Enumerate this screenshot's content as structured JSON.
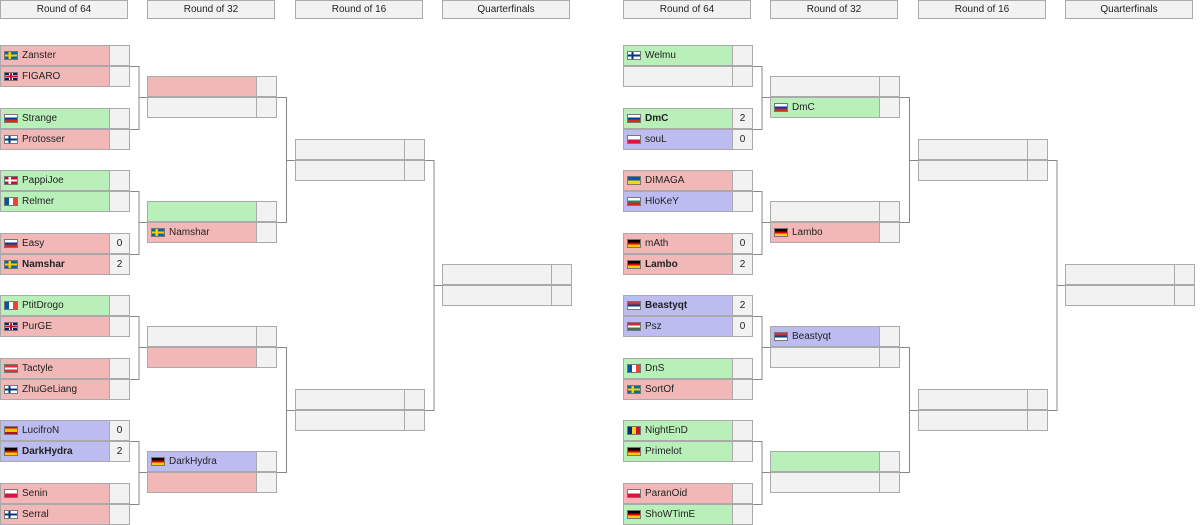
{
  "brackets": [
    {
      "headers": [
        "Round of 64",
        "Round of 32",
        "Round of 16",
        "Quarterfinals"
      ],
      "rounds": [
        [
          {
            "name": "Zanster",
            "flag": "sweden",
            "score": "",
            "state": "lose",
            "bold": false
          },
          {
            "name": "FIGARO",
            "flag": "uk",
            "score": "",
            "state": "lose",
            "bold": false
          },
          {
            "name": "Strange",
            "flag": "russia",
            "score": "",
            "state": "win",
            "bold": false
          },
          {
            "name": "Protosser",
            "flag": "finland",
            "score": "",
            "state": "lose",
            "bold": false
          },
          {
            "name": "PappiJoe",
            "flag": "denmark",
            "score": "",
            "state": "win",
            "bold": false
          },
          {
            "name": "Relmer",
            "flag": "france",
            "score": "",
            "state": "win",
            "bold": false
          },
          {
            "name": "Easy",
            "flag": "russia",
            "score": "0",
            "state": "lose",
            "bold": false
          },
          {
            "name": "Namshar",
            "flag": "sweden",
            "score": "2",
            "state": "lose",
            "bold": true
          },
          {
            "name": "PtitDrogo",
            "flag": "france",
            "score": "",
            "state": "win",
            "bold": false
          },
          {
            "name": "PurGE",
            "flag": "uk",
            "score": "",
            "state": "lose",
            "bold": false
          },
          {
            "name": "Tactyle",
            "flag": "austria",
            "score": "",
            "state": "lose",
            "bold": false
          },
          {
            "name": "ZhuGeLiang",
            "flag": "finland",
            "score": "",
            "state": "lose",
            "bold": false
          },
          {
            "name": "LucifroN",
            "flag": "spain",
            "score": "0",
            "state": "blue",
            "bold": false
          },
          {
            "name": "DarkHydra",
            "flag": "germany",
            "score": "2",
            "state": "blue",
            "bold": true
          },
          {
            "name": "Senin",
            "flag": "poland",
            "score": "",
            "state": "lose",
            "bold": false
          },
          {
            "name": "Serral",
            "flag": "finland",
            "score": "",
            "state": "lose",
            "bold": false
          }
        ],
        [
          {
            "name": "",
            "flag": "",
            "score": "",
            "state": "lose",
            "bold": false
          },
          {
            "name": "",
            "flag": "",
            "score": "",
            "state": "empty",
            "bold": false
          },
          {
            "name": "",
            "flag": "",
            "score": "",
            "state": "win",
            "bold": false
          },
          {
            "name": "Namshar",
            "flag": "sweden",
            "score": "",
            "state": "lose",
            "bold": false
          },
          {
            "name": "",
            "flag": "",
            "score": "",
            "state": "empty",
            "bold": false
          },
          {
            "name": "",
            "flag": "",
            "score": "",
            "state": "lose",
            "bold": false
          },
          {
            "name": "DarkHydra",
            "flag": "germany",
            "score": "",
            "state": "blue",
            "bold": false
          },
          {
            "name": "",
            "flag": "",
            "score": "",
            "state": "lose",
            "bold": false
          }
        ],
        [
          {
            "name": "",
            "flag": "",
            "score": "",
            "state": "empty",
            "bold": false
          },
          {
            "name": "",
            "flag": "",
            "score": "",
            "state": "empty",
            "bold": false
          },
          {
            "name": "",
            "flag": "",
            "score": "",
            "state": "empty",
            "bold": false
          },
          {
            "name": "",
            "flag": "",
            "score": "",
            "state": "empty",
            "bold": false
          }
        ],
        [
          {
            "name": "",
            "flag": "",
            "score": "",
            "state": "empty",
            "bold": false
          },
          {
            "name": "",
            "flag": "",
            "score": "",
            "state": "empty",
            "bold": false
          }
        ]
      ]
    },
    {
      "headers": [
        "Round of 64",
        "Round of 32",
        "Round of 16",
        "Quarterfinals"
      ],
      "rounds": [
        [
          {
            "name": "Welmu",
            "flag": "finland",
            "score": "",
            "state": "win",
            "bold": false
          },
          {
            "name": "",
            "flag": "",
            "score": "",
            "state": "empty",
            "bold": false
          },
          {
            "name": "DmC",
            "flag": "russia",
            "score": "2",
            "state": "win",
            "bold": true
          },
          {
            "name": "souL",
            "flag": "poland",
            "score": "0",
            "state": "blue",
            "bold": false
          },
          {
            "name": "DIMAGA",
            "flag": "ukraine",
            "score": "",
            "state": "lose",
            "bold": false
          },
          {
            "name": "HloKeY",
            "flag": "bulgaria",
            "score": "",
            "state": "blue",
            "bold": false
          },
          {
            "name": "mAth",
            "flag": "germany",
            "score": "0",
            "state": "lose",
            "bold": false
          },
          {
            "name": "Lambo",
            "flag": "germany",
            "score": "2",
            "state": "lose",
            "bold": true
          },
          {
            "name": "Beastyqt",
            "flag": "serbia",
            "score": "2",
            "state": "blue",
            "bold": true
          },
          {
            "name": "Psz",
            "flag": "hungary",
            "score": "0",
            "state": "blue",
            "bold": false
          },
          {
            "name": "DnS",
            "flag": "france",
            "score": "",
            "state": "win",
            "bold": false
          },
          {
            "name": "SortOf",
            "flag": "sweden",
            "score": "",
            "state": "lose",
            "bold": false
          },
          {
            "name": "NightEnD",
            "flag": "romania",
            "score": "",
            "state": "win",
            "bold": false
          },
          {
            "name": "Primelot",
            "flag": "germany",
            "score": "",
            "state": "win",
            "bold": false
          },
          {
            "name": "ParanOid",
            "flag": "poland",
            "score": "",
            "state": "lose",
            "bold": false
          },
          {
            "name": "ShoWTimE",
            "flag": "germany",
            "score": "",
            "state": "win",
            "bold": false
          }
        ],
        [
          {
            "name": "",
            "flag": "",
            "score": "",
            "state": "empty",
            "bold": false
          },
          {
            "name": "DmC",
            "flag": "russia",
            "score": "",
            "state": "win",
            "bold": false
          },
          {
            "name": "",
            "flag": "",
            "score": "",
            "state": "empty",
            "bold": false
          },
          {
            "name": "Lambo",
            "flag": "germany",
            "score": "",
            "state": "lose",
            "bold": false
          },
          {
            "name": "Beastyqt",
            "flag": "serbia",
            "score": "",
            "state": "blue",
            "bold": false
          },
          {
            "name": "",
            "flag": "",
            "score": "",
            "state": "empty",
            "bold": false
          },
          {
            "name": "",
            "flag": "",
            "score": "",
            "state": "win",
            "bold": false
          },
          {
            "name": "",
            "flag": "",
            "score": "",
            "state": "empty",
            "bold": false
          }
        ],
        [
          {
            "name": "",
            "flag": "",
            "score": "",
            "state": "empty",
            "bold": false
          },
          {
            "name": "",
            "flag": "",
            "score": "",
            "state": "empty",
            "bold": false
          },
          {
            "name": "",
            "flag": "",
            "score": "",
            "state": "empty",
            "bold": false
          },
          {
            "name": "",
            "flag": "",
            "score": "",
            "state": "empty",
            "bold": false
          }
        ],
        [
          {
            "name": "",
            "flag": "",
            "score": "",
            "state": "empty",
            "bold": false
          },
          {
            "name": "",
            "flag": "",
            "score": "",
            "state": "empty",
            "bold": false
          }
        ]
      ]
    }
  ],
  "flag_styles": {
    "sweden": "background: linear-gradient(to bottom, transparent 38%, #fecc00 38%, #fecc00 62%, transparent 62%), linear-gradient(to right, #006aa7 30%, #fecc00 30%, #fecc00 48%, #006aa7 48%)",
    "finland": "background: linear-gradient(to bottom, transparent 36%, #003580 36%, #003580 64%, transparent 64%), linear-gradient(to right, #ffffff 28%, #003580 28%, #003580 46%, #ffffff 46%)",
    "denmark": "background: linear-gradient(to bottom, transparent 38%, #ffffff 38%, #ffffff 62%, transparent 62%), linear-gradient(to right, #c60c30 30%, #ffffff 30%, #ffffff 48%, #c60c30 48%)",
    "russia": "background: linear-gradient(to bottom, #ffffff 33%, #0039a6 33%, #0039a6 66%, #d52b1e 66%)",
    "serbia": "background: linear-gradient(to bottom, #c6363c 33%, #0c4076 33%, #0c4076 66%, #ffffff 66%)",
    "france": "background: linear-gradient(to right, #0055a4 33%, #ffffff 33%, #ffffff 66%, #ef4135 66%)",
    "romania": "background: linear-gradient(to right, #002b7f 33%, #fcd116 33%, #fcd116 66%, #ce1126 66%)",
    "germany": "background: linear-gradient(to bottom, #000000 33%, #dd0000 33%, #dd0000 66%, #ffce00 66%)",
    "austria": "background: linear-gradient(to bottom, #ed2939 33%, #ffffff 33%, #ffffff 66%, #ed2939 66%)",
    "hungary": "background: linear-gradient(to bottom, #ce2939 33%, #ffffff 33%, #ffffff 66%, #477050 66%)",
    "bulgaria": "background: linear-gradient(to bottom, #ffffff 33%, #00966e 33%, #00966e 66%, #d62612 66%)",
    "spain": "background: linear-gradient(to bottom, #aa151b 25%, #f1bf00 25%, #f1bf00 75%, #aa151b 75%)",
    "poland": "background: linear-gradient(to bottom, #ffffff 50%, #dc143c 50%)",
    "ukraine": "background: linear-gradient(to bottom, #0057b7 50%, #ffd700 50%)",
    "uk": "background: linear-gradient(to bottom, transparent 38%, #c8102e 38%, #c8102e 62%, transparent 62%), linear-gradient(to right, transparent 40%, #c8102e 40%, #c8102e 60%, transparent 60%), linear-gradient(to bottom, transparent 30%, #ffffff 30%, #ffffff 70%, transparent 70%), linear-gradient(to right, transparent 33%, #ffffff 33%, #ffffff 67%, transparent 67%), #012169"
  }
}
